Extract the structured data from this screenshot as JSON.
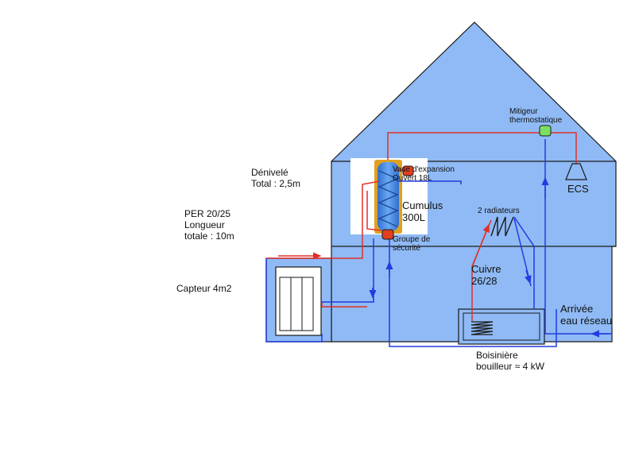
{
  "labels": {
    "mitigeur": [
      "Mitigeur",
      "thermostatique"
    ],
    "vase": [
      "Vase  d'expansion",
      "Ouvert 18L"
    ],
    "denivele": [
      "Dénivelé",
      "Total : 2,5m"
    ],
    "cumulus": [
      "Cumulus",
      "300L"
    ],
    "radiateurs": "2 radiateurs",
    "ecs": "ECS",
    "per": [
      "PER 20/25",
      "Longueur",
      "totale : 10m"
    ],
    "groupe": [
      "Groupe de",
      "sécurité"
    ],
    "cuivre": [
      "Cuivre",
      "26/28"
    ],
    "capteur": "Capteur 4m2",
    "arrivee": [
      "Arrivée",
      "eau réseau"
    ],
    "boisiniere": [
      "Boisinière",
      "bouilleur ≈ 4 kW"
    ]
  },
  "colors": {
    "house_fill": "#8fbaf5",
    "house_stroke": "#1a1a1a",
    "hot_pipe": "#e0302a",
    "cold_pipe": "#1f3ce0",
    "tank_blue": "#3d86e6",
    "tank_frame": "#e0a020",
    "mixer_green": "#7be060",
    "valve_red": "#e04020"
  }
}
